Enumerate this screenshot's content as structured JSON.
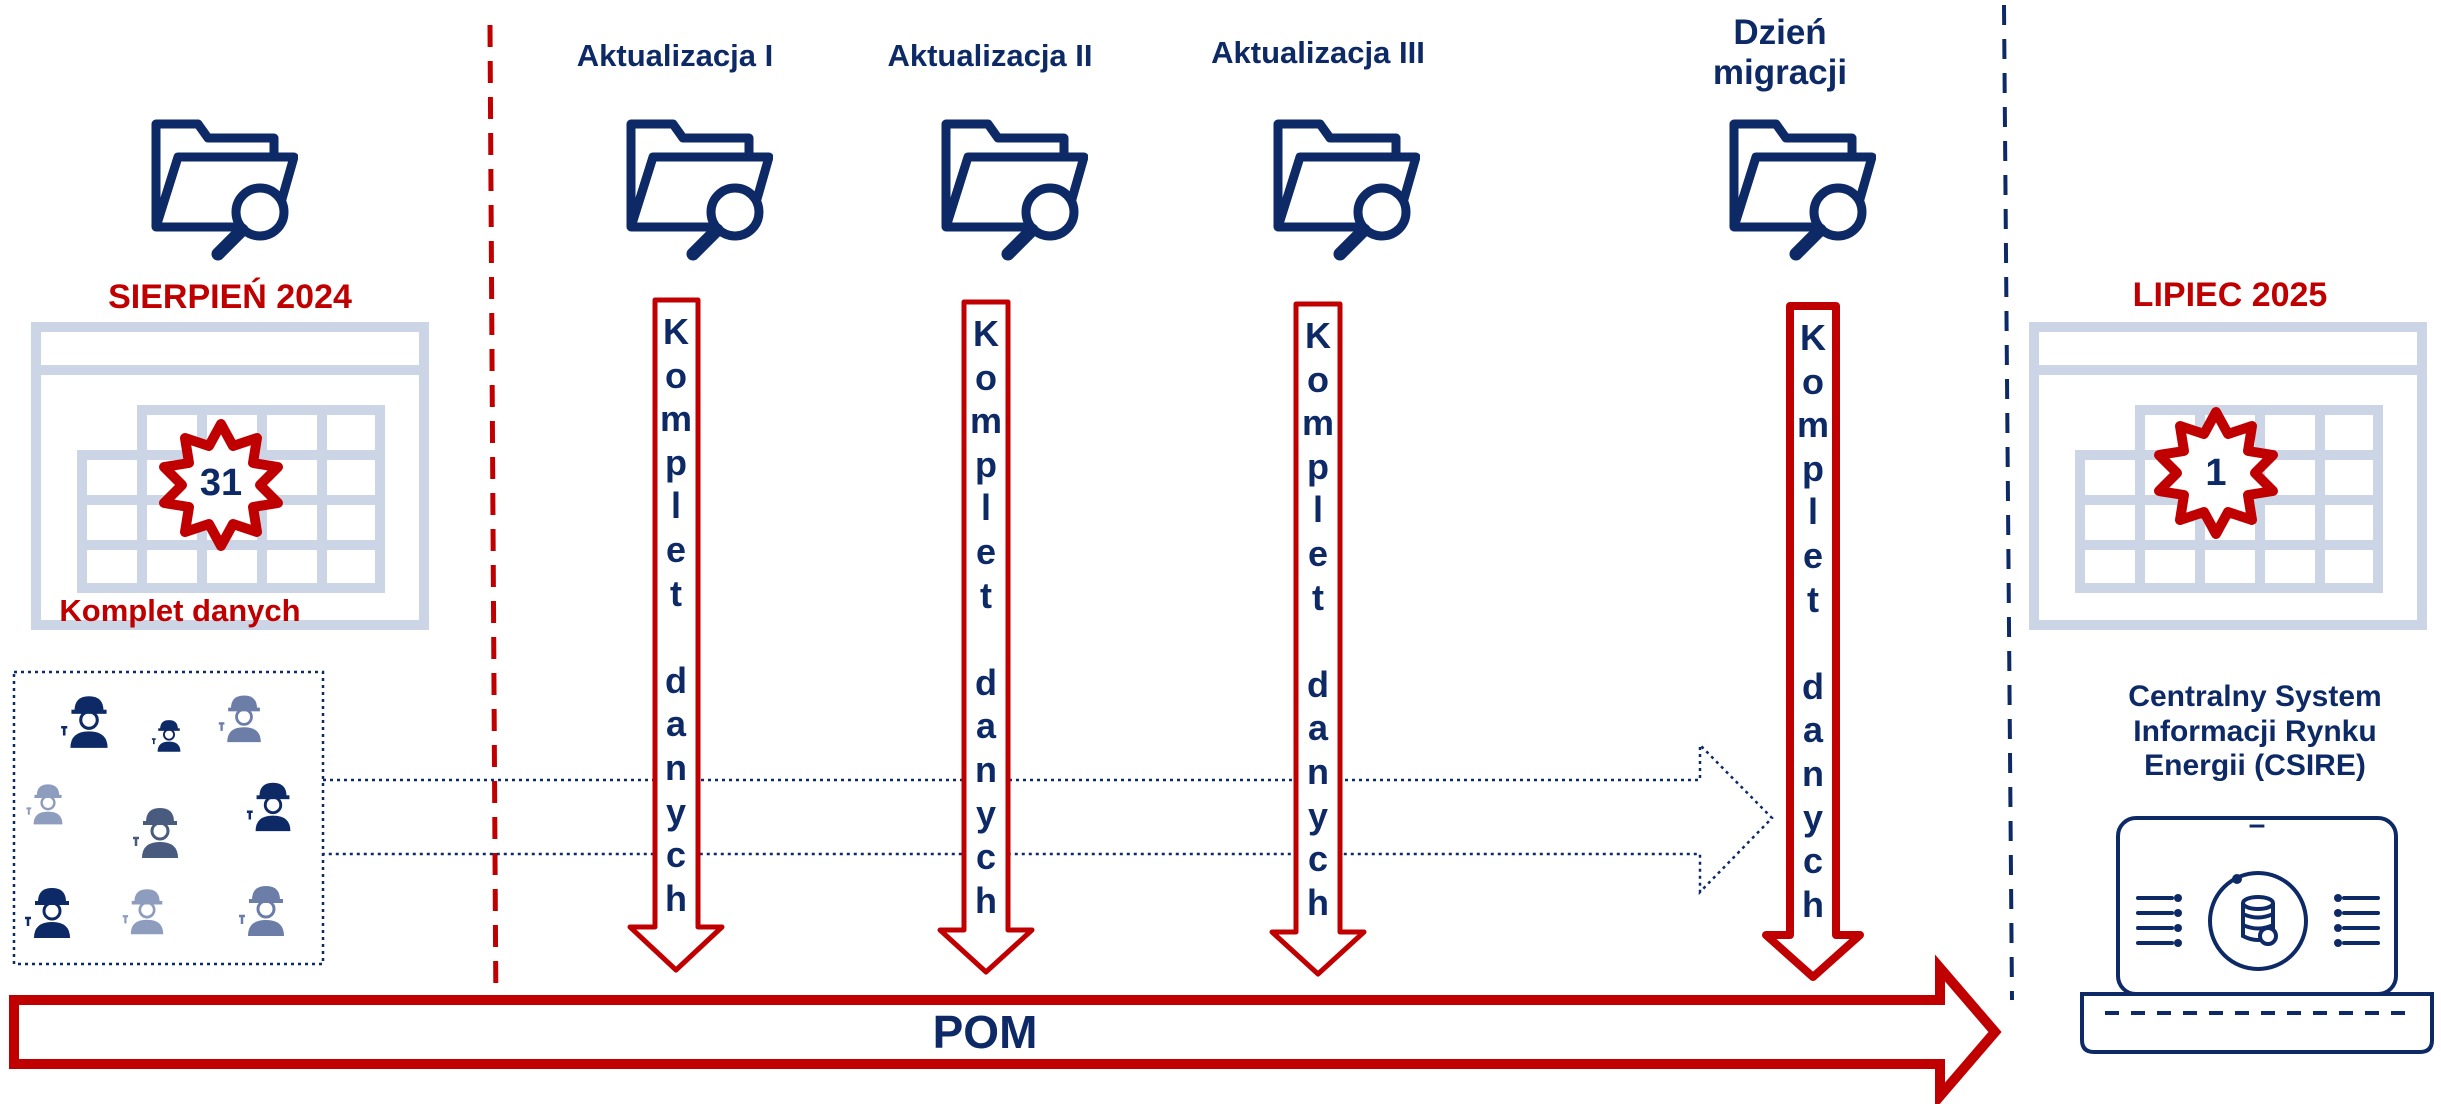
{
  "start": {
    "date": "SIERPIEŃ 2024",
    "day": "31",
    "note": "Komplet danych"
  },
  "end": {
    "date": "LIPIEC 2025",
    "day": "1"
  },
  "updates": [
    {
      "title": "Aktualizacja I",
      "arrow_text": "Komplet danych"
    },
    {
      "title": "Aktualizacja II",
      "arrow_text": "Komplet danych"
    },
    {
      "title": "Aktualizacja III",
      "arrow_text": "Komplet danych"
    },
    {
      "title": "Dzień\nmigracji",
      "arrow_text": "Komplet danych"
    }
  ],
  "timeline": {
    "label": "POM"
  },
  "system": {
    "name": "Centralny System Informacji Rynku Energii (CSIRE)",
    "badge": "–"
  },
  "colors": {
    "navy": "#0d2a66",
    "red": "#c00000",
    "light": "#cbd5e6"
  },
  "icons": [
    "folder-search-icon",
    "calendar-icon",
    "worker-icon",
    "laptop-database-icon"
  ]
}
